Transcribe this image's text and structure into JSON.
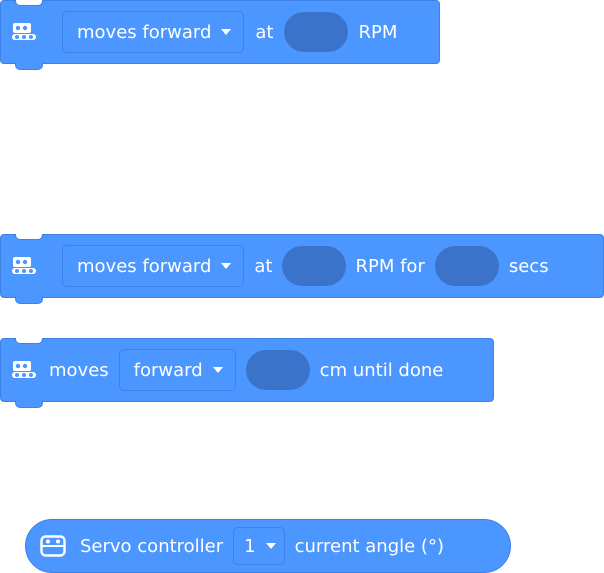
{
  "blocks": [
    {
      "id": "move-rpm",
      "direction": "moves forward",
      "at_label": "at",
      "unit_label": "RPM"
    },
    {
      "id": "move-rpm-secs",
      "direction": "moves forward",
      "at_label": "at",
      "unit_label": "RPM for",
      "time_label": "secs"
    },
    {
      "id": "move-cm",
      "prefix": "moves",
      "direction": "forward",
      "suffix": "cm until done"
    }
  ],
  "reporter": {
    "label": "Servo controller",
    "port": "1",
    "suffix": "current angle (°)"
  },
  "colors": {
    "block_blue": "#4C97FF",
    "block_border": "#3d82e6",
    "slot_blue": "#3a73c9",
    "text": "#ffffff"
  },
  "icons": {
    "robot": "robot-wheels-icon",
    "servo": "servo-controller-icon",
    "caret": "caret-down-icon"
  }
}
